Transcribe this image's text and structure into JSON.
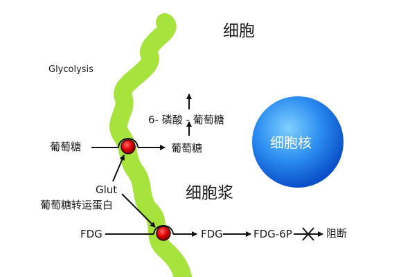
{
  "labels": {
    "cell": "细胞",
    "glycolysis": "Glycolysis",
    "g6p": "6- 磷酸 - 葡萄糖",
    "glucose_out": "葡萄糖",
    "glucose_in": "葡萄糖",
    "cytoplasm": "细胞浆",
    "nucleus": "细胞核",
    "glut": "Glut",
    "transporter": "葡萄糖转运蛋白",
    "fdg_out": "FDG",
    "fdg_in": "FDG",
    "fdg6p": "FDG-6P",
    "blocked": "阻断"
  },
  "colors": {
    "membrane": "#a6e33c",
    "nucleus_center": "#6cc4ff",
    "nucleus_edge": "#0a5fd8",
    "transporter": "#e00000",
    "arrow": "#111111"
  }
}
